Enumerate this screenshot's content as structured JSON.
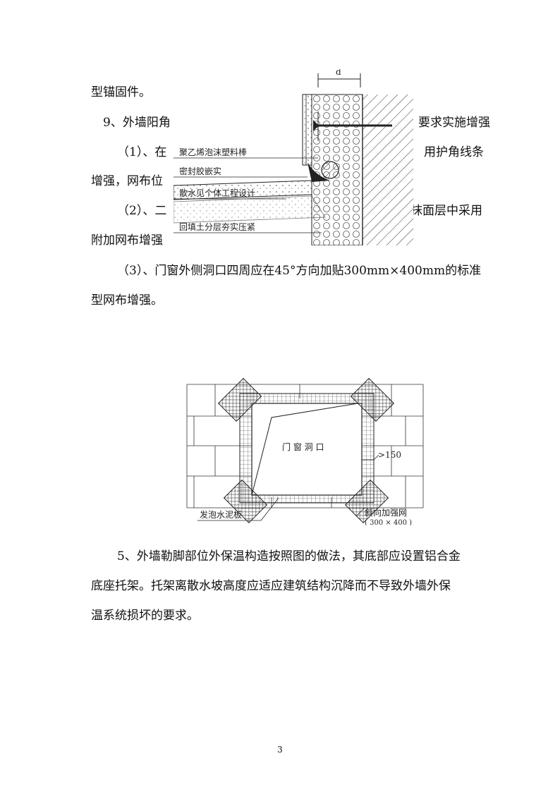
{
  "paragraphs": {
    "p1": "型锚固件。",
    "p2_left": "9、外墙阳角",
    "p2_right": "要求实施增强",
    "p3_left": "（1）、在",
    "p3_right": "用护角线条",
    "p4_left": "增强，网布位",
    "p5_left": "（2）、二",
    "p5_right": "抹面层中采用",
    "p6_left": "附加网布增强",
    "p7": "（3）、门窗外侧洞口四周应在45°方向加贴300mm×400mm的标准",
    "p8": "型网布增强。",
    "p9": "5、外墙勒脚部位外保温构造按照图的做法，其底部应设置铝合金",
    "p10": "底座托架。托架离散水坡高度应适应建筑结构沉降而不导致外墙外保",
    "p11": "温系统损坏的要求。"
  },
  "figure1": {
    "dim_label": "d",
    "labels": [
      "聚乙烯泡沫塑料棒",
      "密封胶嵌实",
      "散水见个体工程设计",
      "回填土分层夯实压紧"
    ]
  },
  "figure2": {
    "center_label": "门 窗 洞 口",
    "dim_label": ">150",
    "label_left": "发泡水泥板",
    "label_right": "斜向加强网",
    "label_right_sub": "( 300 × 400 )"
  },
  "page_number": "3"
}
